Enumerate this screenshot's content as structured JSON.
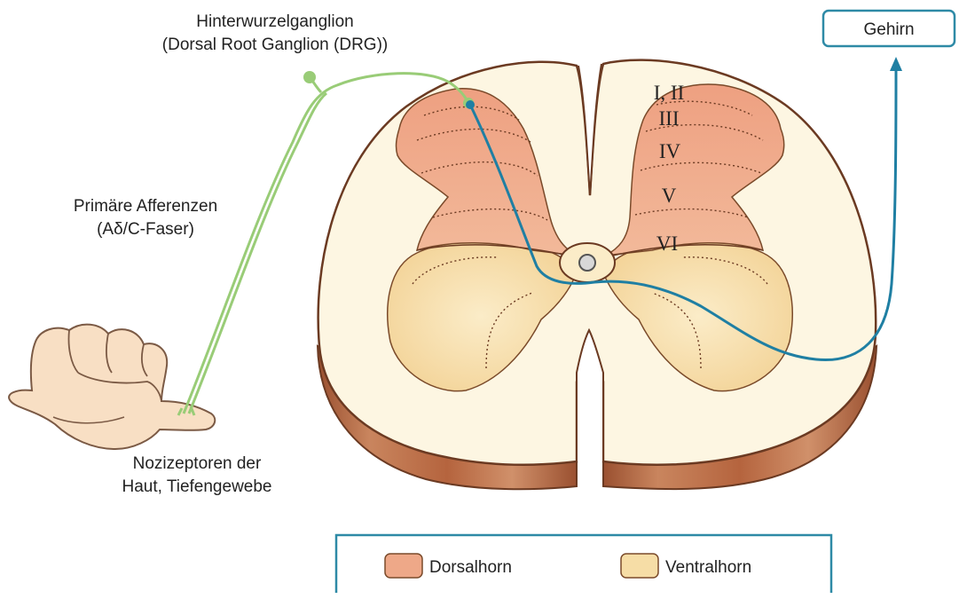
{
  "labels": {
    "drg_line1": "Hinterwurzelganglion",
    "drg_line2": "(Dorsal Root Ganglion (DRG))",
    "afferent_line1": "Primäre Afferenzen",
    "afferent_line2": "(Aδ/C-Faser)",
    "nociceptor_line1": "Nozizeptoren der",
    "nociceptor_line2": "Haut, Tiefengewebe",
    "brain": "Gehirn"
  },
  "laminae": [
    "I, II",
    "III",
    "IV",
    "V",
    "VI"
  ],
  "legend": {
    "dorsal": "Dorsalhorn",
    "ventral": "Ventralhorn"
  },
  "colors": {
    "dorsal_horn": "#eea888",
    "ventral_horn": "#f6dda6",
    "white_matter": "#fdf6e2",
    "cord_side": "#b0603a",
    "afferent_fiber": "#99cc77",
    "projection_fiber": "#1f7fa3",
    "frame": "#2e8aa6",
    "skin": "#f8dfc4"
  }
}
